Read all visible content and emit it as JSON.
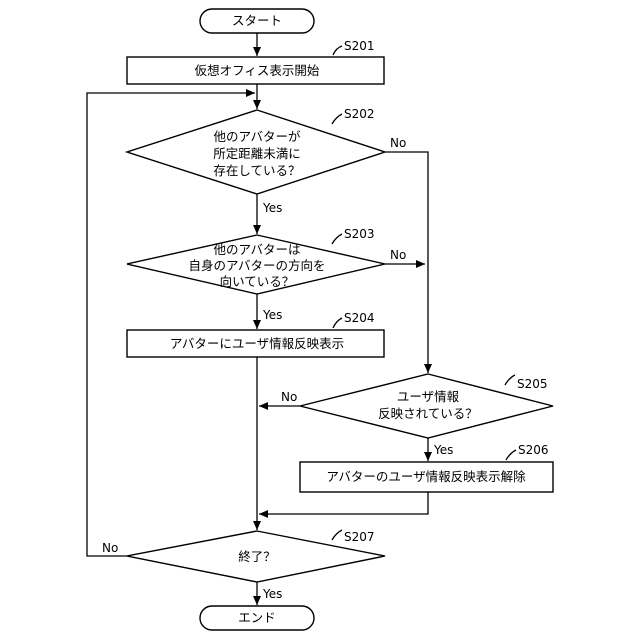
{
  "nodes": {
    "start": "スタート",
    "s201": {
      "step": "S201",
      "text": "仮想オフィス表示開始"
    },
    "s202": {
      "step": "S202",
      "lines": [
        "他のアバターが",
        "所定距離未満に",
        "存在している？"
      ]
    },
    "s203": {
      "step": "S203",
      "lines": [
        "他のアバターは",
        "自身のアバターの方向を",
        "向いている？"
      ]
    },
    "s204": {
      "step": "S204",
      "text": "アバターにユーザ情報反映表示"
    },
    "s205": {
      "step": "S205",
      "lines": [
        "ユーザ情報",
        "反映されている？"
      ]
    },
    "s206": {
      "step": "S206",
      "text": "アバターのユーザ情報反映表示解除"
    },
    "s207": {
      "step": "S207",
      "text": "終了？"
    },
    "end": "エンド"
  },
  "branches": {
    "s202_yes": "Yes",
    "s202_no": "No",
    "s203_yes": "Yes",
    "s203_no": "No",
    "s205_yes": "Yes",
    "s205_no": "No",
    "s207_yes": "Yes",
    "s207_no": "No"
  }
}
